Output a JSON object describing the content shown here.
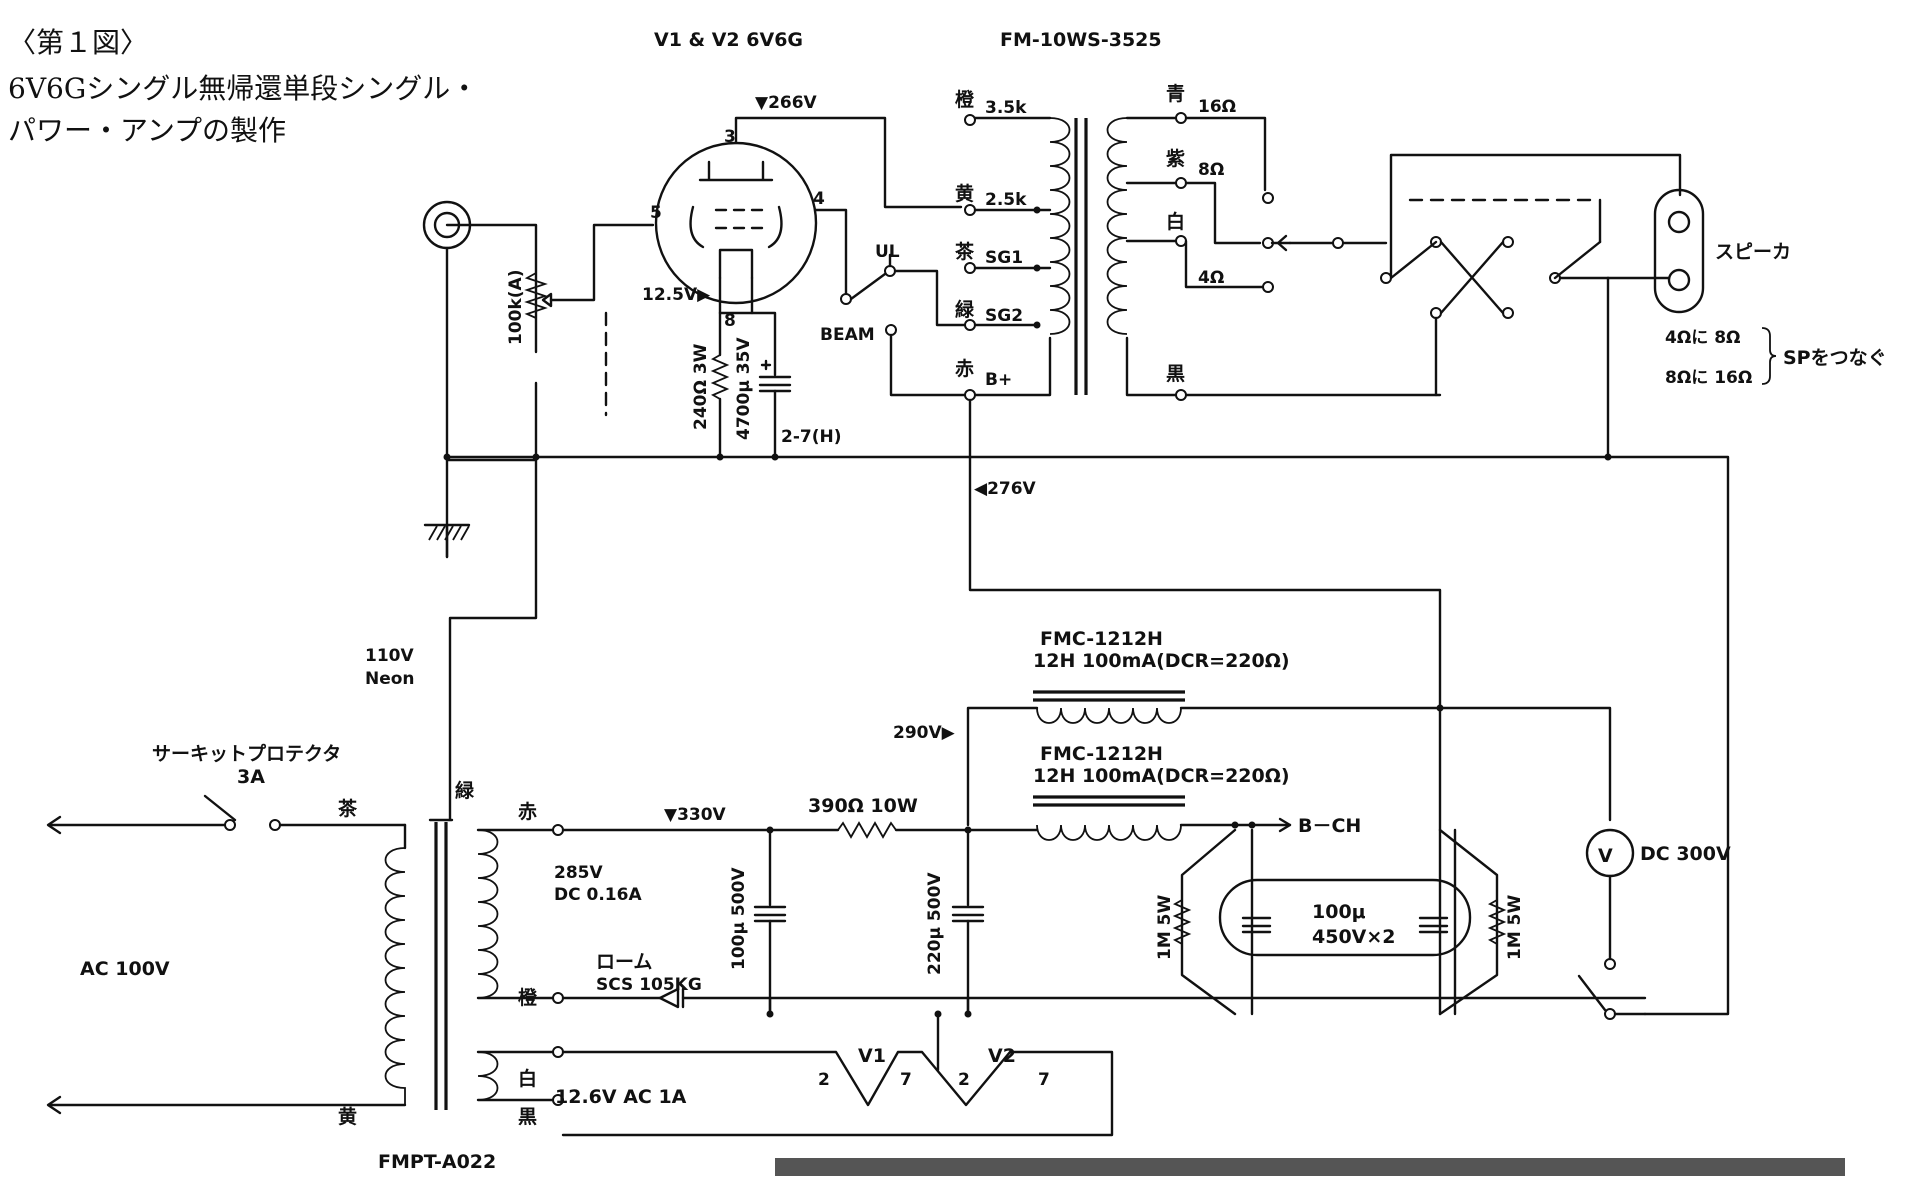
{
  "title": {
    "line1": "〈第１図〉",
    "line2": "6V6Gシングル無帰還単段シングル・",
    "line3": "パワー・アンプの製作"
  },
  "labels": {
    "tube": "V1 & V2  6V6G",
    "ot_model": "FM-10WS-3525",
    "v266": "▼266V",
    "pin3": "3",
    "pin4": "4",
    "pin5": "5",
    "pin8": "8",
    "cathode_v": "12.5V▶",
    "vol": "100k(A)",
    "rk": "240Ω 3W",
    "ck": "4700μ 35V",
    "heater_pins": "2-7(H)",
    "ul": "UL",
    "beam": "BEAM",
    "tap_orange": "橙",
    "tap_35k": "3.5k",
    "tap_yellow": "黄",
    "tap_25k": "2.5k",
    "tap_brown": "茶",
    "tap_sg1": "SG1",
    "tap_green": "緑",
    "tap_sg2": "SG2",
    "tap_red": "赤",
    "tap_bplus": "B+",
    "sec_blue": "青",
    "sec_16": "16Ω",
    "sec_purple": "紫",
    "sec_8": "8Ω",
    "sec_white": "白",
    "sec_4": "4Ω",
    "sec_black": "黒",
    "speaker": "スピーカ",
    "sp1": "4Ωに 8Ω",
    "sp2": "8Ωに 16Ω",
    "sp_note": "SPをつなぐ",
    "v276": "◀276V",
    "neon1": "110V",
    "neon2": "Neon",
    "choke1_model": "FMC-1212H",
    "choke1_spec": "12H 100mA(DCR=220Ω)",
    "v290": "290V▶",
    "choke2_model": "FMC-1212H",
    "choke2_spec": "12H 100mA(DCR=220Ω)",
    "protector1": "サーキットプロテクタ",
    "protector2": "3A",
    "pt_brown": "茶",
    "pt_green": "緑",
    "pt_red": "赤",
    "v330": "▼330V",
    "r390": "390Ω  10W",
    "bch": "B－CH",
    "hv1": "285V",
    "hv2": "DC 0.16A",
    "c1": "100μ 500V",
    "c2": "220μ 500V",
    "rb1": "1M 5W",
    "rb2": "1M 5W",
    "cblk1": "100μ",
    "cblk2": "450V×2",
    "meter": "V",
    "meter_lbl": "DC 300V",
    "ac": "AC 100V",
    "diode1": "ローム",
    "diode2": "SCS 105KG",
    "pt_orange": "橙",
    "pt_white": "白",
    "pt_black": "黒",
    "heater": "12.6V  AC 1A",
    "pt_yellow": "黄",
    "v1": "V1",
    "v2": "V2",
    "h2a": "2",
    "h7a": "7",
    "h2b": "2",
    "h7b": "7",
    "pt_model": "FMPT-A022"
  }
}
